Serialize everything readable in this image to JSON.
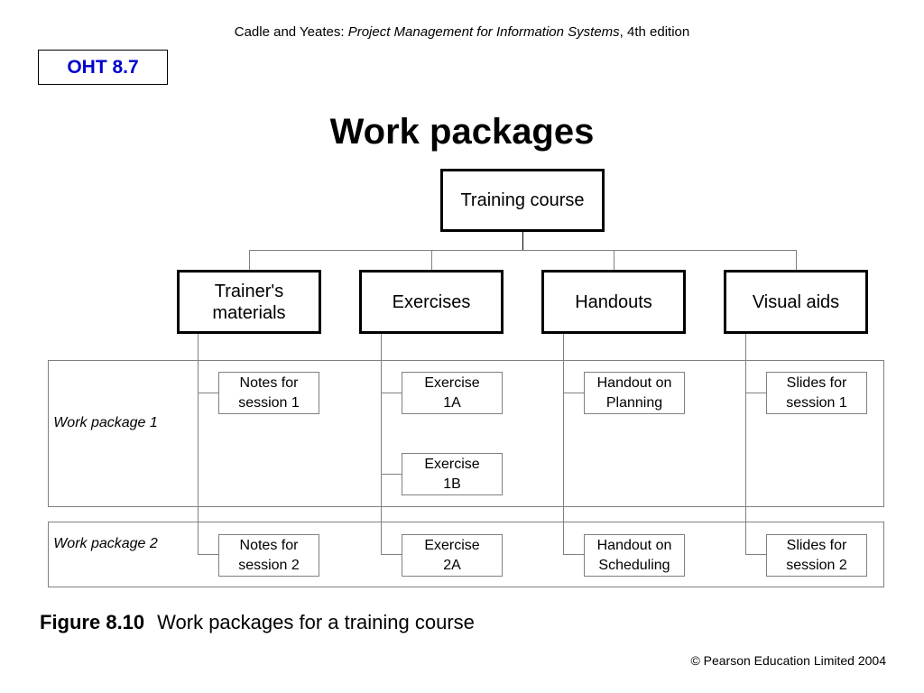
{
  "header": {
    "authors": "Cadle and Yeates: ",
    "book_title": "Project Management for Information Systems",
    "edition": ", 4th edition"
  },
  "slide_ref": "OHT 8.7",
  "title": "Work packages",
  "diagram": {
    "root": "Training course",
    "categories": [
      "Trainer's materials",
      "Exercises",
      "Handouts",
      "Visual aids"
    ],
    "work_packages": [
      {
        "label": "Work package 1",
        "items": [
          "Notes for session 1",
          "Exercise 1A",
          "Exercise 1B",
          "Handout on Planning",
          "Slides for session 1"
        ]
      },
      {
        "label": "Work package 2",
        "items": [
          "Notes for session 2",
          "Exercise 2A",
          "Handout on Scheduling",
          "Slides for session 2"
        ]
      }
    ]
  },
  "caption": {
    "figure": "Figure 8.10",
    "text": "Work packages for a training course"
  },
  "copyright": "© Pearson Education Limited 2004"
}
